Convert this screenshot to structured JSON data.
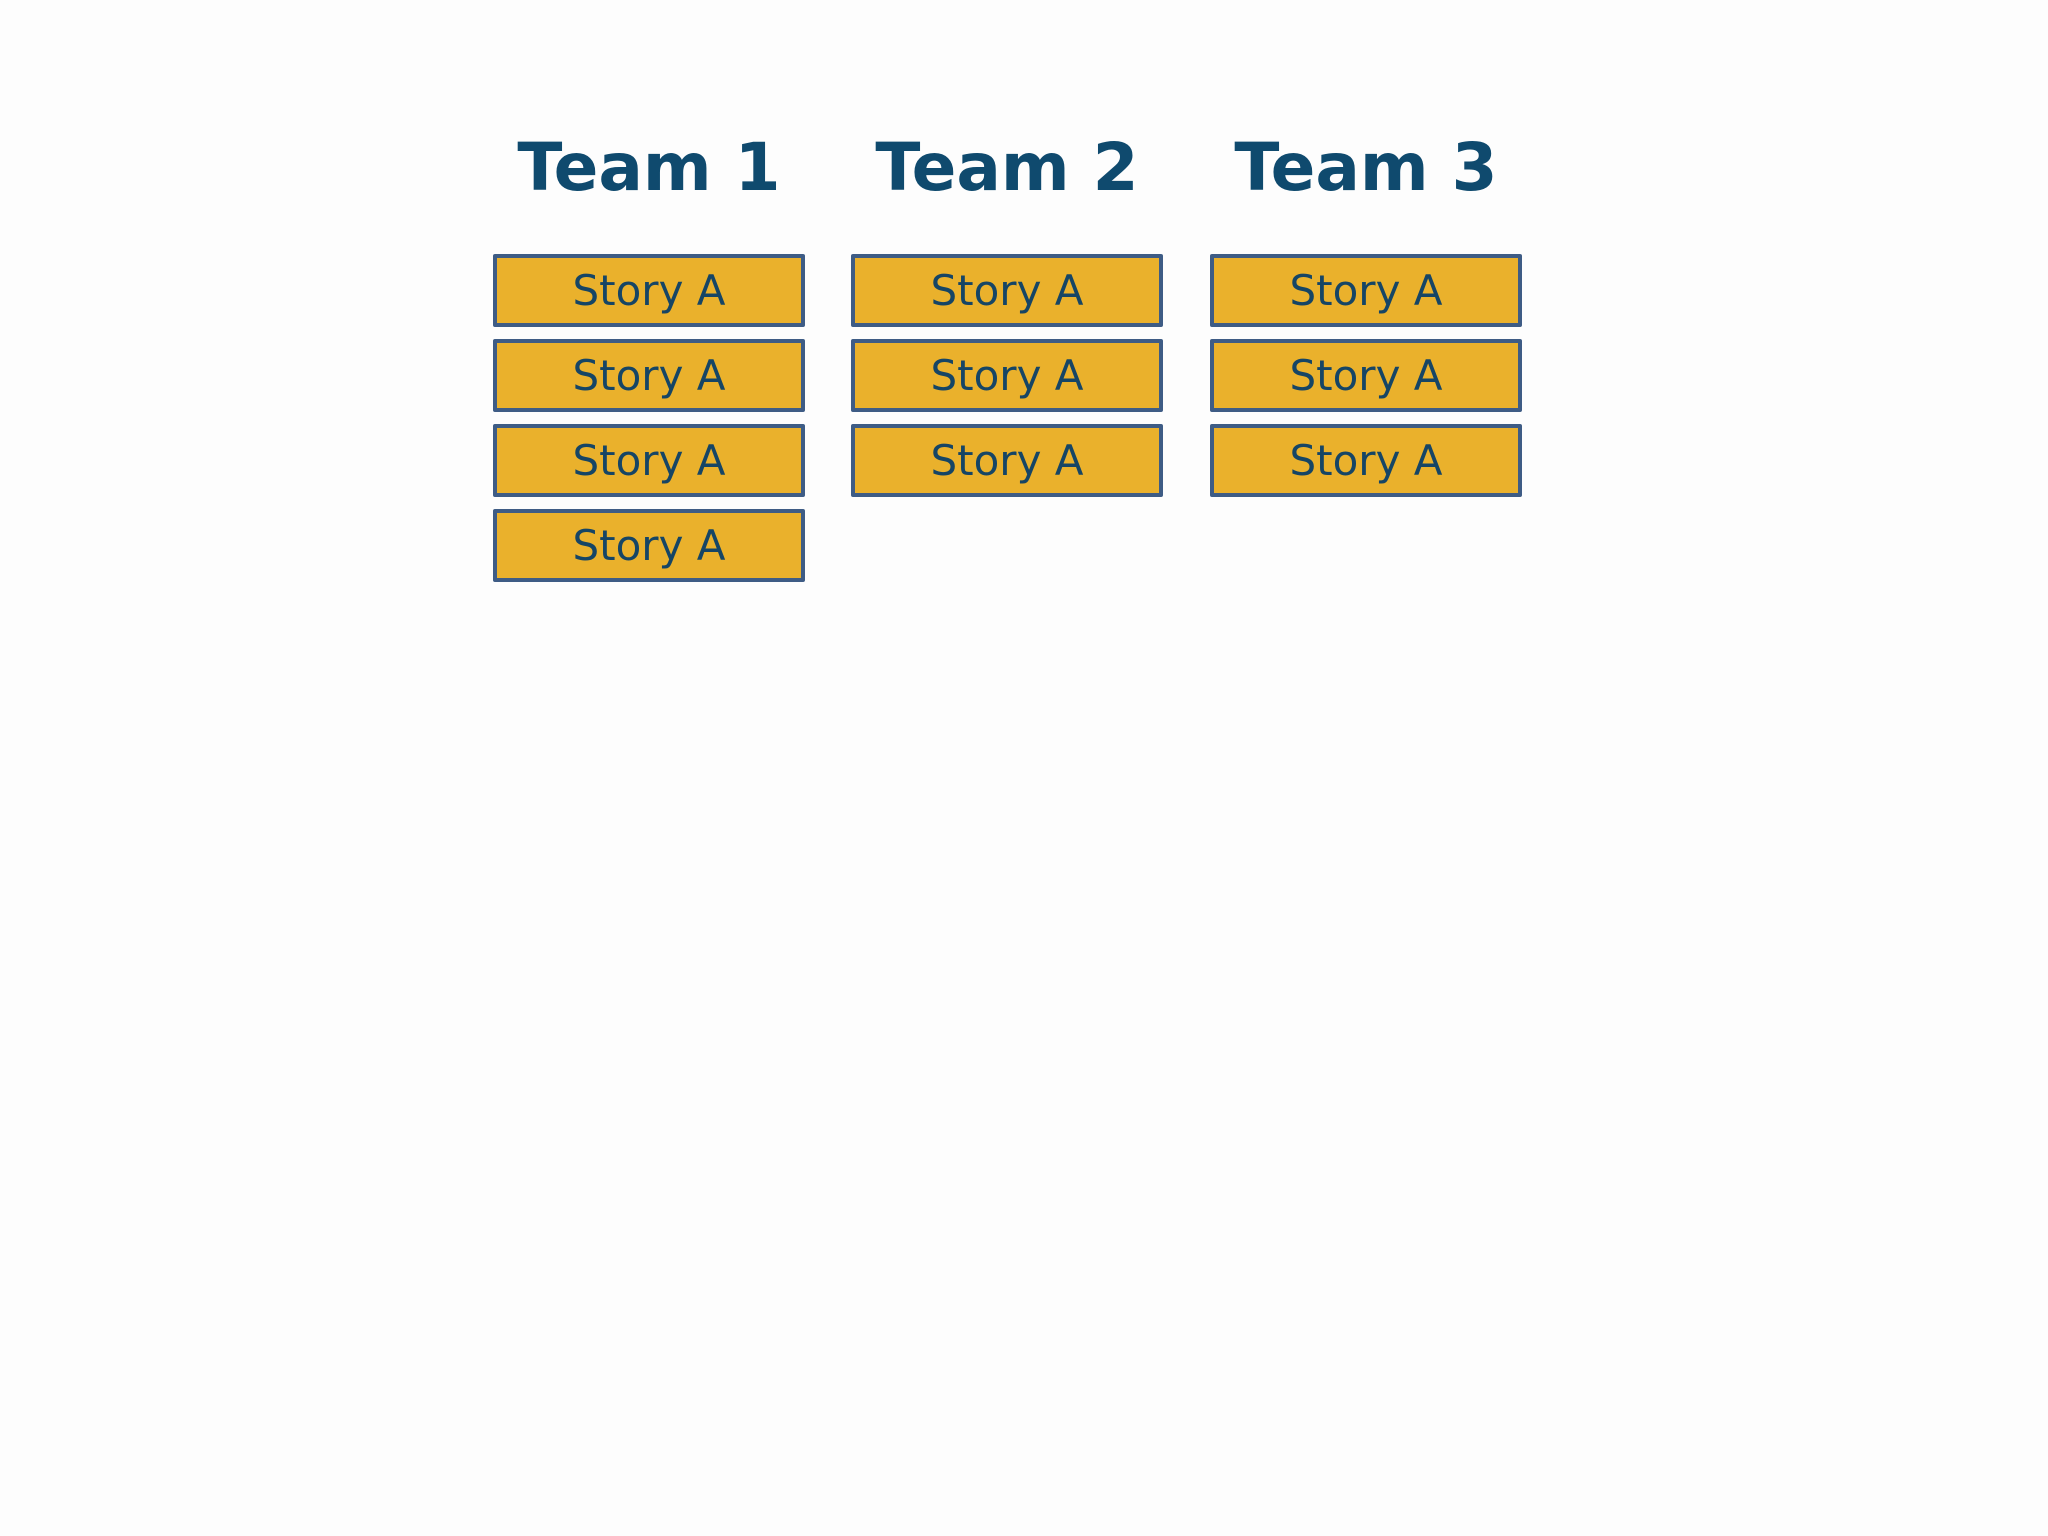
{
  "teams": [
    {
      "title": "Team 1",
      "stories": [
        "Story A",
        "Story A",
        "Story A",
        "Story A"
      ]
    },
    {
      "title": "Team 2",
      "stories": [
        "Story A",
        "Story A",
        "Story A"
      ]
    },
    {
      "title": "Team 3",
      "stories": [
        "Story A",
        "Story A",
        "Story A"
      ]
    }
  ],
  "colors": {
    "title_text": "#0f4a6e",
    "card_fill": "#eab12c",
    "card_border": "#3e5c85",
    "card_text": "#164565",
    "background": "#fdfdfd"
  }
}
